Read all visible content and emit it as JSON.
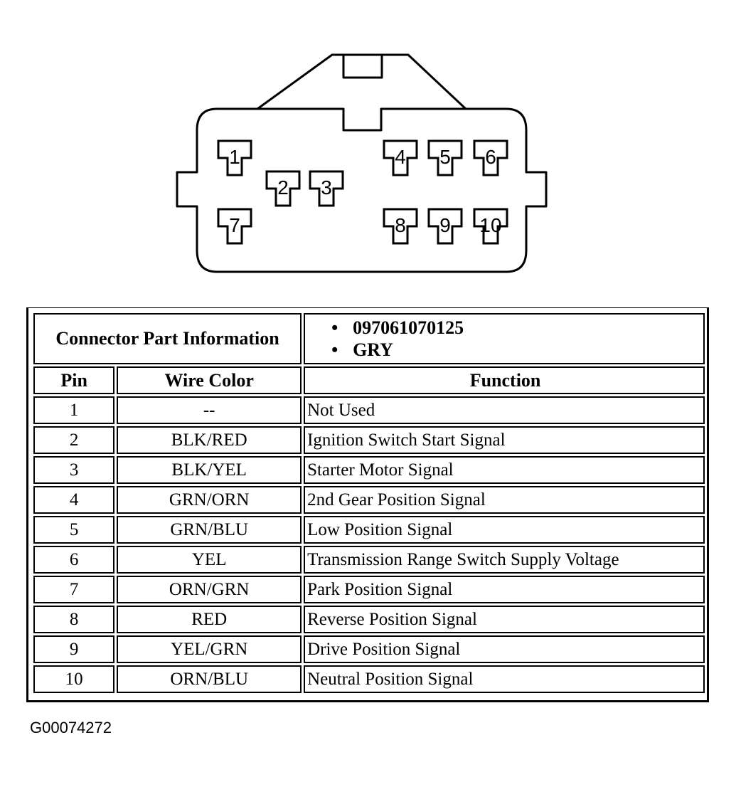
{
  "connector": {
    "pins": [
      "1",
      "2",
      "3",
      "4",
      "5",
      "6",
      "7",
      "8",
      "9",
      "10"
    ]
  },
  "table": {
    "info_label": "Connector Part Information",
    "info_values": [
      "097061070125",
      "GRY"
    ],
    "headers": {
      "pin": "Pin",
      "wire_color": "Wire Color",
      "function": "Function"
    },
    "rows": [
      {
        "pin": "1",
        "wire_color": "--",
        "function": "Not Used"
      },
      {
        "pin": "2",
        "wire_color": "BLK/RED",
        "function": "Ignition Switch Start Signal"
      },
      {
        "pin": "3",
        "wire_color": "BLK/YEL",
        "function": "Starter Motor Signal"
      },
      {
        "pin": "4",
        "wire_color": "GRN/ORN",
        "function": "2nd Gear Position Signal"
      },
      {
        "pin": "5",
        "wire_color": "GRN/BLU",
        "function": "Low Position Signal"
      },
      {
        "pin": "6",
        "wire_color": "YEL",
        "function": "Transmission Range Switch Supply Voltage"
      },
      {
        "pin": "7",
        "wire_color": "ORN/GRN",
        "function": "Park Position Signal"
      },
      {
        "pin": "8",
        "wire_color": "RED",
        "function": "Reverse Position Signal"
      },
      {
        "pin": "9",
        "wire_color": "YEL/GRN",
        "function": "Drive Position Signal"
      },
      {
        "pin": "10",
        "wire_color": "ORN/BLU",
        "function": "Neutral Position Signal"
      }
    ]
  },
  "footer": {
    "figure_id": "G00074272"
  }
}
